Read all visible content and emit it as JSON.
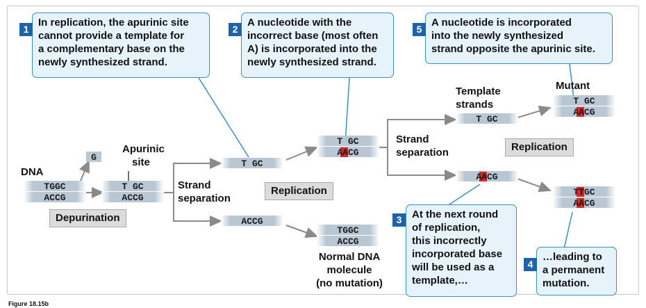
{
  "callouts": {
    "c1": {
      "num": "1",
      "lines": [
        "In replication, the apurinic site",
        "cannot provide a template for",
        "a complementary base on the",
        "newly synthesized strand."
      ]
    },
    "c2": {
      "num": "2",
      "lines": [
        "A nucleotide with the",
        "incorrect base (most often",
        "A) is incorporated into the",
        "newly synthesized strand."
      ]
    },
    "c5": {
      "num": "5",
      "lines": [
        "A nucleotide is incorporated",
        "into the newly synthesized",
        "strand opposite the apurinic site."
      ]
    },
    "c3": {
      "num": "3",
      "lines": [
        "At the next round",
        "of replication,",
        "this incorrectly",
        "incorporated base",
        "will be used as a",
        "template,…"
      ]
    },
    "c4": {
      "num": "4",
      "lines": [
        "…leading to",
        "a permanent",
        "mutation."
      ]
    }
  },
  "labels": {
    "dna": "DNA",
    "apurinic": [
      "Apurinic",
      "site"
    ],
    "strand_sep_1": [
      "Strand",
      "separation"
    ],
    "strand_sep_2": [
      "Strand",
      "separation"
    ],
    "template": [
      "Template",
      "strands"
    ],
    "mutant": "Mutant",
    "normal": [
      "Normal DNA",
      "molecule",
      "(no mutation)"
    ],
    "figure": "Figure 18.15b"
  },
  "boxes": {
    "depurination": "Depurination",
    "replication1": "Replication",
    "replication2": "Replication"
  },
  "strands": {
    "dna_top": "TGGC",
    "dna_bot": "ACCG",
    "g_released": "G",
    "ap_top": "T GC",
    "ap_bot": "ACCG",
    "sep_top": "T GC",
    "sep_bot": "ACCG",
    "rep1_top": "T GC",
    "rep1_bot": "AACG",
    "normal_top": "TGGC",
    "normal_bot": "ACCG",
    "tmpl": "T GC",
    "incorp": "AACG",
    "mut_top": "T GC",
    "mut_bot": "AACG",
    "perm_top": "TTGC",
    "perm_bot": "AACG"
  },
  "colors": {
    "callout_fill": "#e6f3fb",
    "callout_border": "#3a8fc4",
    "number_box": "#1e63a8",
    "mutation_highlight": "#cc2a2a",
    "arrow": "#8a8a8a",
    "pointer": "#3a8fc4"
  }
}
